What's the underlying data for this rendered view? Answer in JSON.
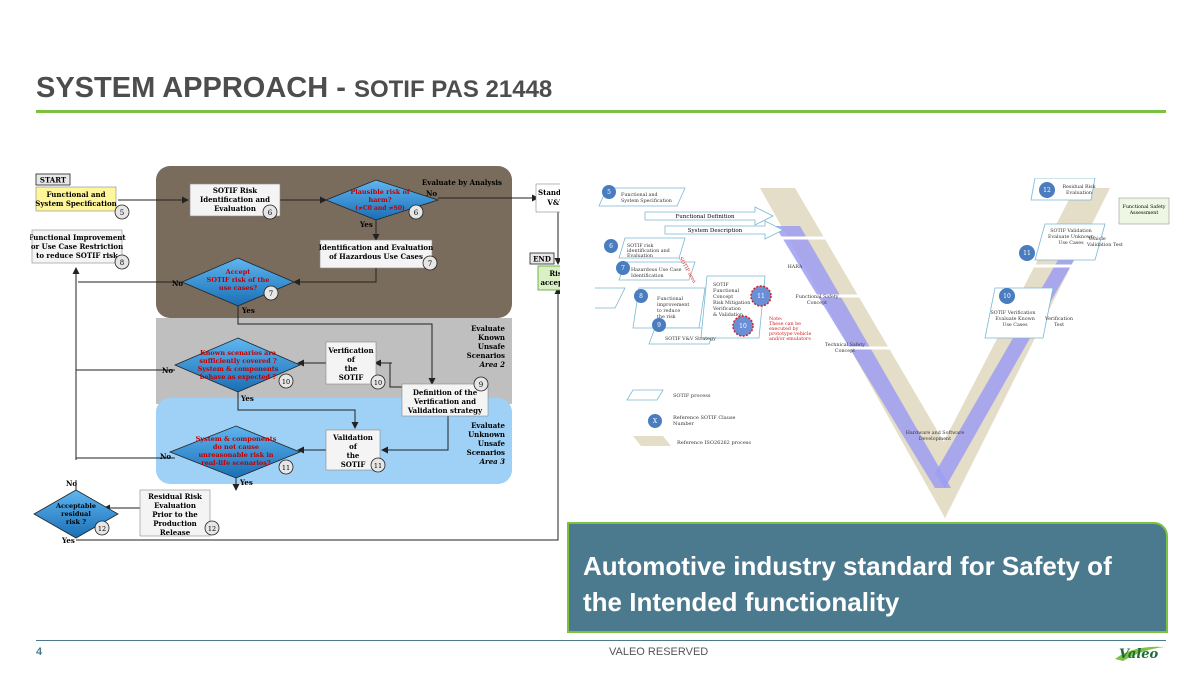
{
  "header": {
    "title_main": "SYSTEM APPROACH - ",
    "title_sub": "SOTIF PAS 21448",
    "accent_color": "#7cc242"
  },
  "flowchart": {
    "start": "START",
    "functional_spec": [
      "Functional and",
      "System Specification"
    ],
    "functional_spec_num": "5",
    "func_improvement": [
      "Functional Improvement",
      "or Use Case Restriction",
      "to reduce SOTIF risk"
    ],
    "func_improvement_num": "8",
    "risk_id": [
      "SOTIF Risk",
      "Identification and",
      "Evaluation"
    ],
    "risk_id_num": "6",
    "plausible": [
      "Plausible risk of",
      "harm?",
      "(≠C0 and ≠S0)"
    ],
    "plausible_num": "6",
    "evaluate_by_analysis": "Evaluate by Analysis",
    "hazard_id": [
      "Identification and Evaluation",
      "of Hazardous Use Cases"
    ],
    "hazard_id_num": "7",
    "accept_sotif": [
      "Accept",
      "SOTIF risk of the",
      "use cases?"
    ],
    "accept_sotif_num": "7",
    "evaluate_area2": [
      "Evaluate",
      "Known",
      "Unsafe",
      "Scenarios",
      "Area 2"
    ],
    "known_scenarios": [
      "Known scenarios are",
      "sufficiently covered ?",
      "System & components",
      "behave as expected ?"
    ],
    "known_scenarios_num": "10",
    "verification": [
      "Verification",
      "of",
      "the",
      "SOTIF"
    ],
    "verification_num": "10",
    "def_strategy": [
      "Definition of the",
      "Verification and",
      "Validation strategy"
    ],
    "def_strategy_num": "9",
    "evaluate_area3": [
      "Evaluate",
      "Unknown",
      "Unsafe",
      "Scenarios",
      "Area 3"
    ],
    "unknown_scenarios": [
      "System & components",
      "do not cause",
      "unreasonable risk in",
      "real-life scenarios?"
    ],
    "unknown_scenarios_num": "11",
    "validation": [
      "Validation",
      "of",
      "the",
      "SOTIF"
    ],
    "validation_num": "11",
    "residual_eval": [
      "Residual Risk",
      "Evaluation",
      "Prior to the",
      "Production",
      "Release"
    ],
    "residual_eval_num": "12",
    "acceptable": [
      "Acceptable",
      "residual",
      "risk ?"
    ],
    "acceptable_num": "12",
    "standard_vv": [
      "Standard",
      "V&V"
    ],
    "end": "END",
    "risk_accepted": [
      "Risk",
      "accepted"
    ],
    "yes": "Yes",
    "no": "No"
  },
  "vmodel": {
    "functional_spec": [
      "Functional and",
      "System Specification"
    ],
    "functional_definition": "Functional Definition",
    "system_description": "System Description",
    "risk_id": [
      "SOTIF risk",
      "identification and",
      "Evaluation"
    ],
    "hazard_id": [
      "Hazardous Use Case",
      "Identification"
    ],
    "improvement": [
      "Functional",
      "improvement",
      "to reduce",
      "the risk"
    ],
    "vv_strategy": "SOTIF V&V Strategy",
    "mitigation": [
      "SOTIF",
      "Functional",
      "Concept",
      "Risk Mitigation",
      "Verification",
      "& Validation"
    ],
    "note": [
      "Note:",
      "These can be",
      "executed by",
      "prototype vehicle",
      "and/or emulators"
    ],
    "sotif_area": "SOTIF area",
    "hara": "HARA",
    "functional_safety_concept": [
      "Functional Safety",
      "Concept"
    ],
    "technical_safety_concept": [
      "Technical Safety",
      "Concept"
    ],
    "hw_sw": [
      "Hardware and Software",
      "Development"
    ],
    "residual": [
      "Residual Risk",
      "Evaluation"
    ],
    "fs_assessment": [
      "Functional Safety",
      "Assessment"
    ],
    "sotif_validation": [
      "SOTIF Validation",
      "Evaluate Unknown",
      "Use Cases"
    ],
    "vehicle_validation": [
      "Vehicle",
      "Validation Test"
    ],
    "sotif_verification": [
      "SOTIF Verification",
      "Evaluate Known",
      "Use Cases"
    ],
    "verification_test": [
      "Verification",
      "Test"
    ],
    "legend_process": "SOTIF process",
    "legend_clause": [
      "Reference SOTIF Clause",
      "Number"
    ],
    "legend_iso": "Reference ISO26262 process",
    "legend_x": "X",
    "nums": [
      "5",
      "6",
      "7",
      "8",
      "9",
      "10",
      "11",
      "12"
    ],
    "red_nums": [
      "11",
      "10"
    ]
  },
  "callout": {
    "text": "Automotive industry standard for Safety of the Intended functionality",
    "bg_color": "#4b7a8f"
  },
  "footer": {
    "page_number": "4",
    "text": "VALEO RESERVED",
    "logo": "Valeo"
  }
}
